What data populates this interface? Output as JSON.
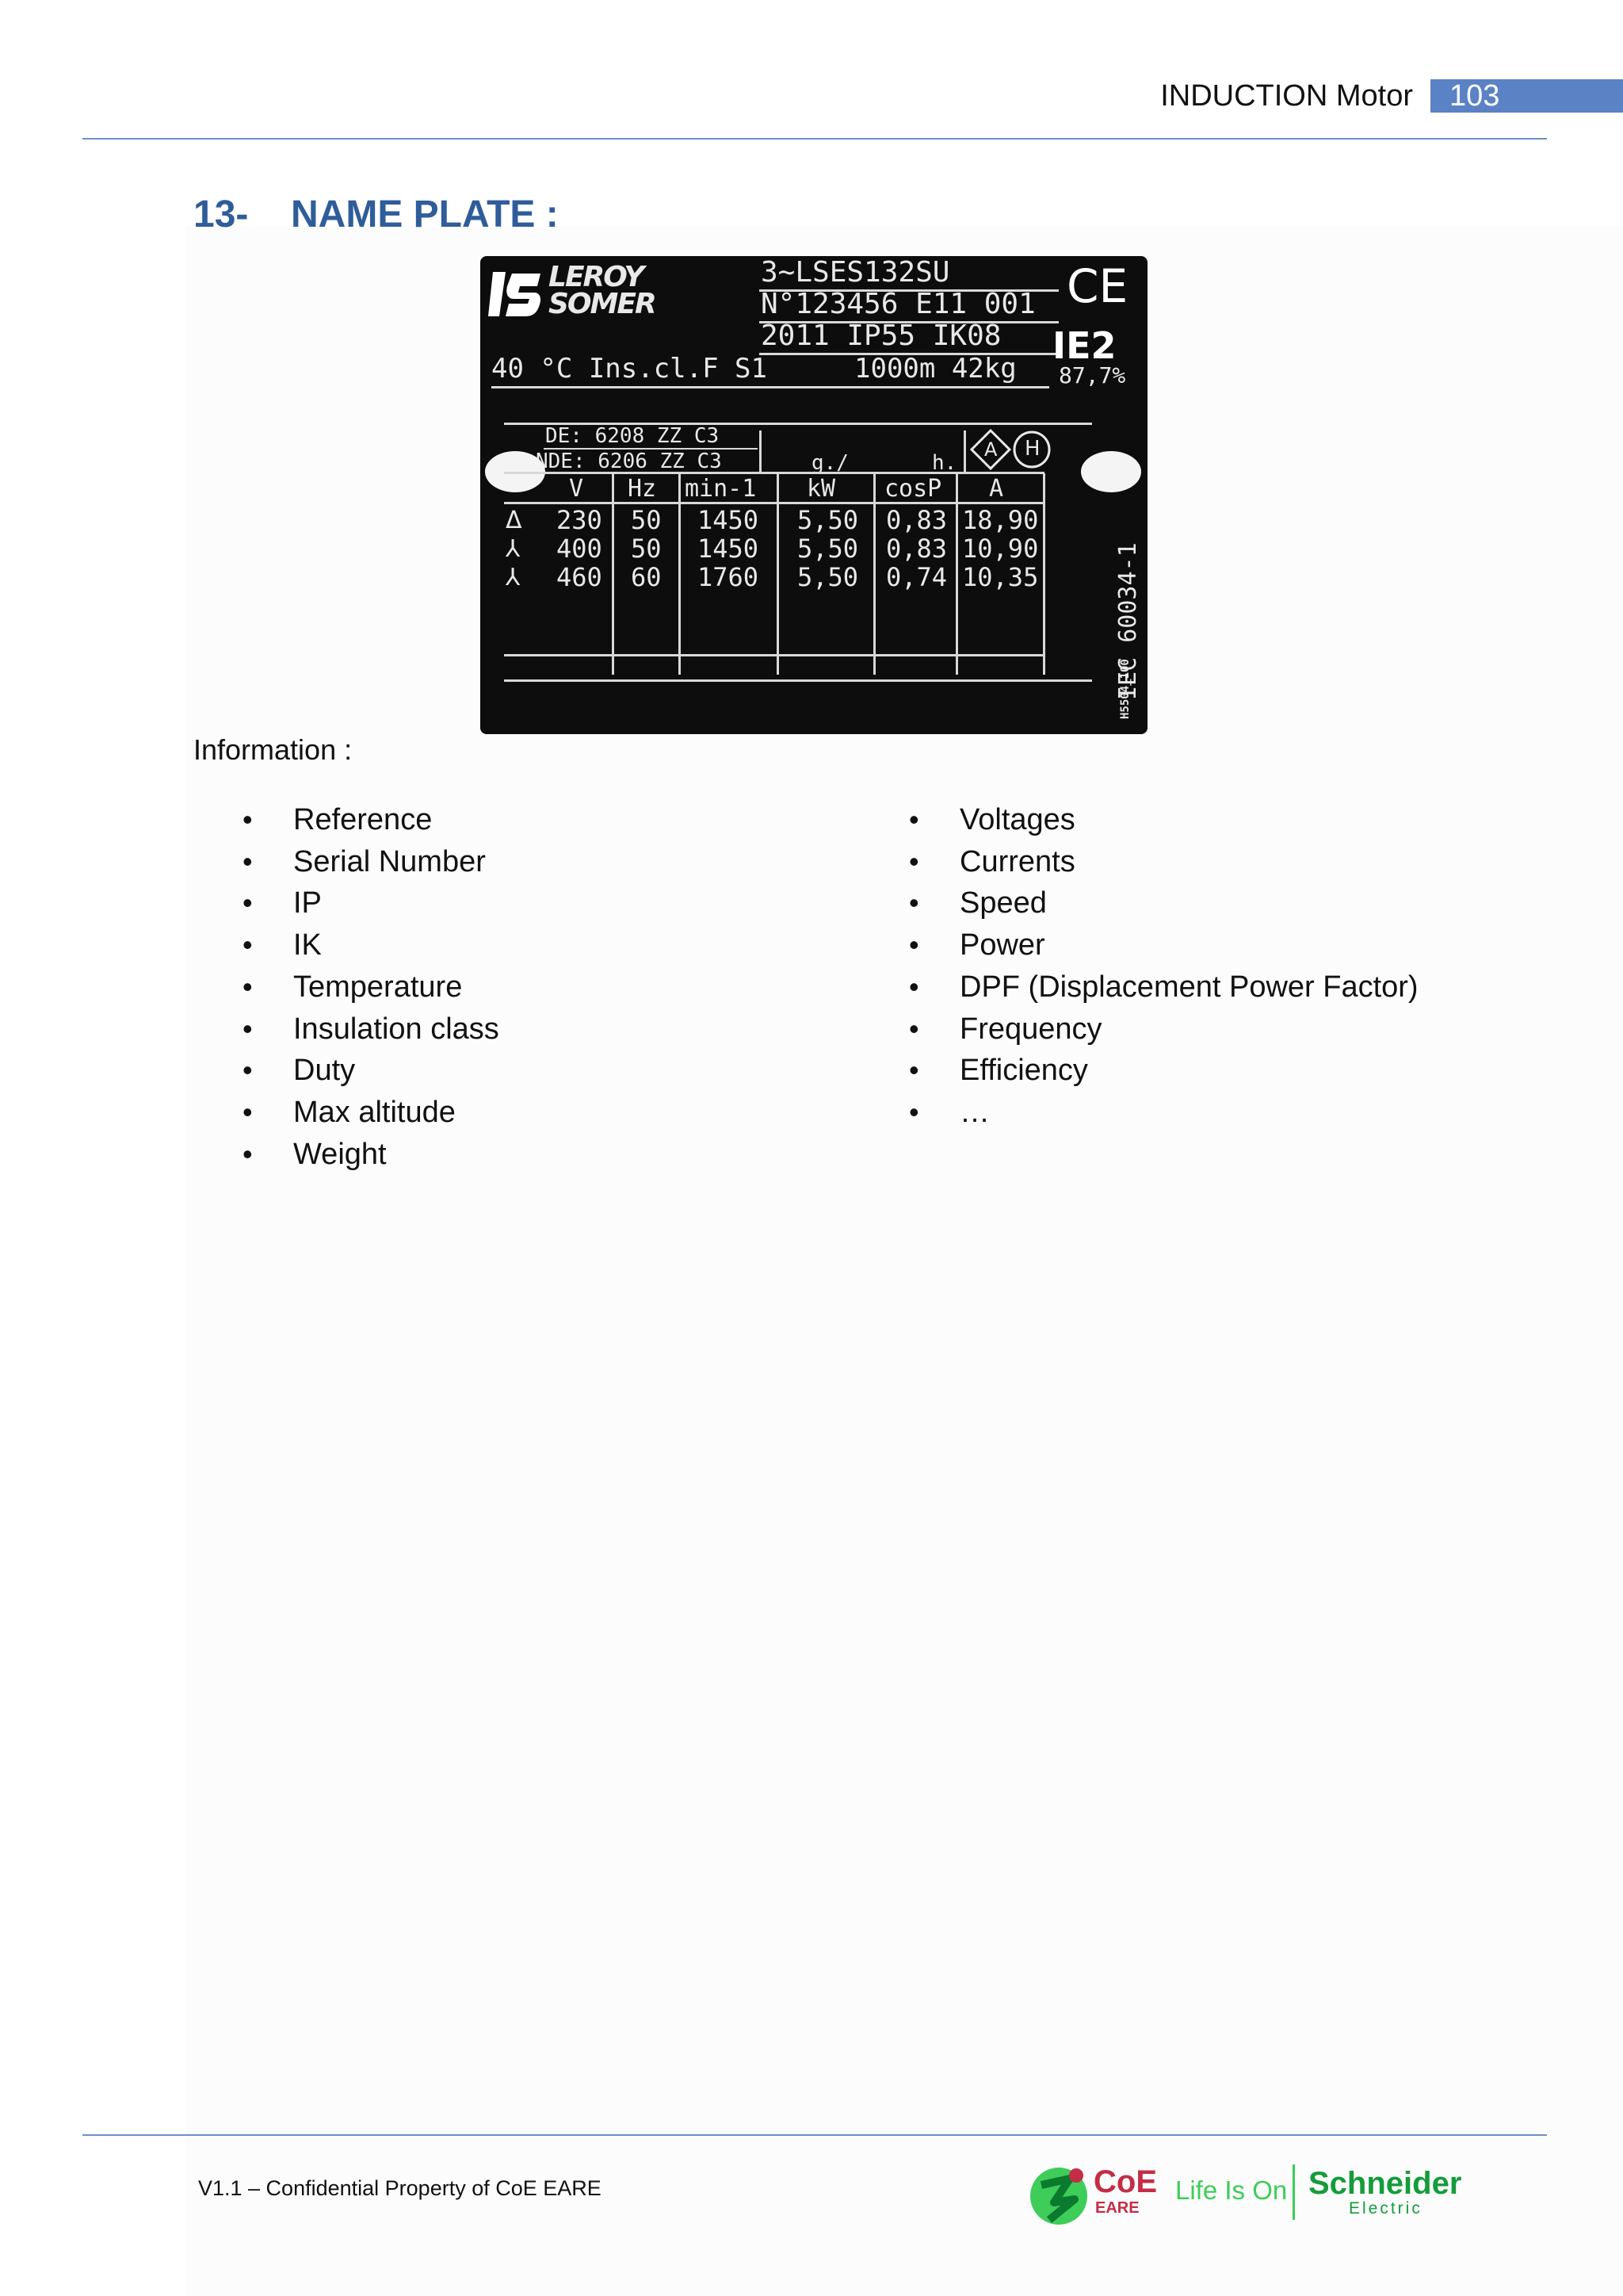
{
  "header": {
    "title": "INDUCTION Motor",
    "page_number": "103"
  },
  "section": {
    "number": "13-",
    "title": "NAME PLATE :"
  },
  "nameplate": {
    "brand_line1": "LEROY",
    "brand_line2": "SOMER",
    "model": "3∼LSES132SU",
    "serial": "N°123456  E11  001",
    "year_ip_ik": "2011  IP55   IK08",
    "temp_ins_duty": "40 °C  Ins.cl.F  S1",
    "altitude_weight": "1000m  42kg",
    "ie_class": "IE2",
    "efficiency": "87,7%",
    "ce_mark": "CE",
    "de_bearing": "DE:  6208  ZZ  C3",
    "nde_bearing": "NDE:  6206  ZZ  C3",
    "grease": "g./",
    "hours": "h.",
    "col_headers": [
      "V",
      "Hz",
      "min-1",
      "kW",
      "cosP",
      "A"
    ],
    "rows": [
      {
        "symbol": "Δ",
        "values": [
          "230",
          "50",
          "1450",
          "5,50",
          "0,83",
          "18,90"
        ]
      },
      {
        "symbol": "⅄",
        "values": [
          "400",
          "50",
          "1450",
          "5,50",
          "0,83",
          "10,90"
        ]
      },
      {
        "symbol": "⅄",
        "values": [
          "460",
          "60",
          "1760",
          "5,50",
          "0,74",
          "10,35"
        ]
      }
    ],
    "badge_a": "A",
    "badge_h": "H",
    "standard": "IEC 60034-1",
    "code": "H5504_100"
  },
  "info": {
    "label": "Information :",
    "left_items": [
      "Reference",
      "Serial Number",
      "IP",
      "IK",
      "Temperature",
      "Insulation class",
      "Duty",
      "Max altitude",
      "Weight"
    ],
    "right_items": [
      "Voltages",
      "Currents",
      "Speed",
      "Power",
      "DPF (Displacement Power Factor)",
      "Frequency",
      "Efficiency",
      "…"
    ]
  },
  "footer": {
    "text": "V1.1 – Confidential Property of CoE EARE",
    "coe": "CoE",
    "eare": "EARE",
    "tagline": "Life Is On",
    "brand": "Schneider",
    "brand_sub": "Electric"
  },
  "colors": {
    "heading": "#2f5d9a",
    "page_badge": "#5b82c4",
    "rule": "#6f8fc0",
    "coe_red": "#c42d45",
    "schneider_green": "#3dcd58"
  }
}
